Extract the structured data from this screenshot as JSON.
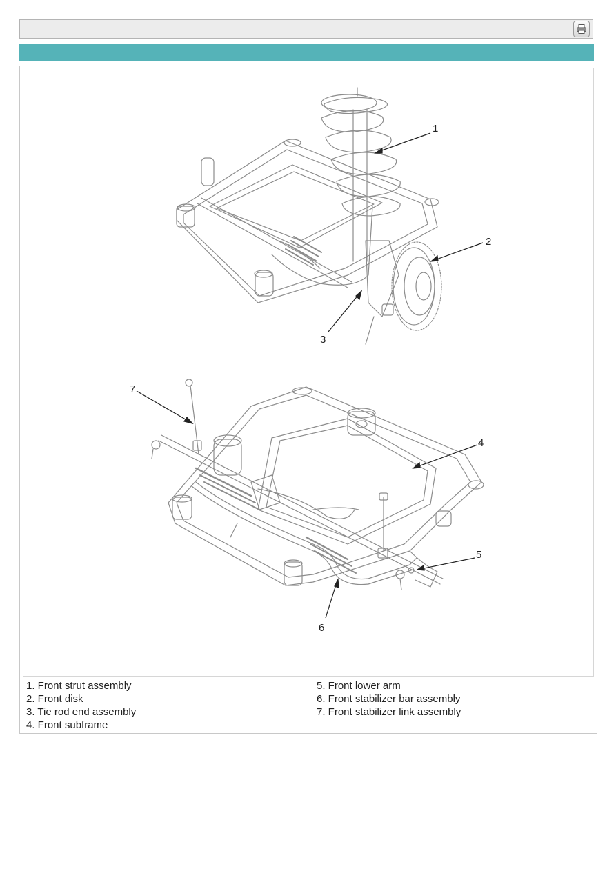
{
  "toolbar": {
    "print_icon": "printer-icon"
  },
  "figure": {
    "callouts": [
      {
        "number": "1"
      },
      {
        "number": "2"
      },
      {
        "number": "3"
      },
      {
        "number": "4"
      },
      {
        "number": "5"
      },
      {
        "number": "6"
      },
      {
        "number": "7"
      }
    ]
  },
  "legend": {
    "left": [
      "1. Front strut assembly",
      "2. Front disk",
      "3. Tie rod end assembly",
      "4. Front subframe"
    ],
    "right": [
      "5. Front lower arm",
      "6. Front stabilizer bar assembly",
      "7. Front stabilizer link assembly"
    ]
  },
  "colors": {
    "banner": "#55b3b8",
    "toolbar": "#ececec"
  }
}
